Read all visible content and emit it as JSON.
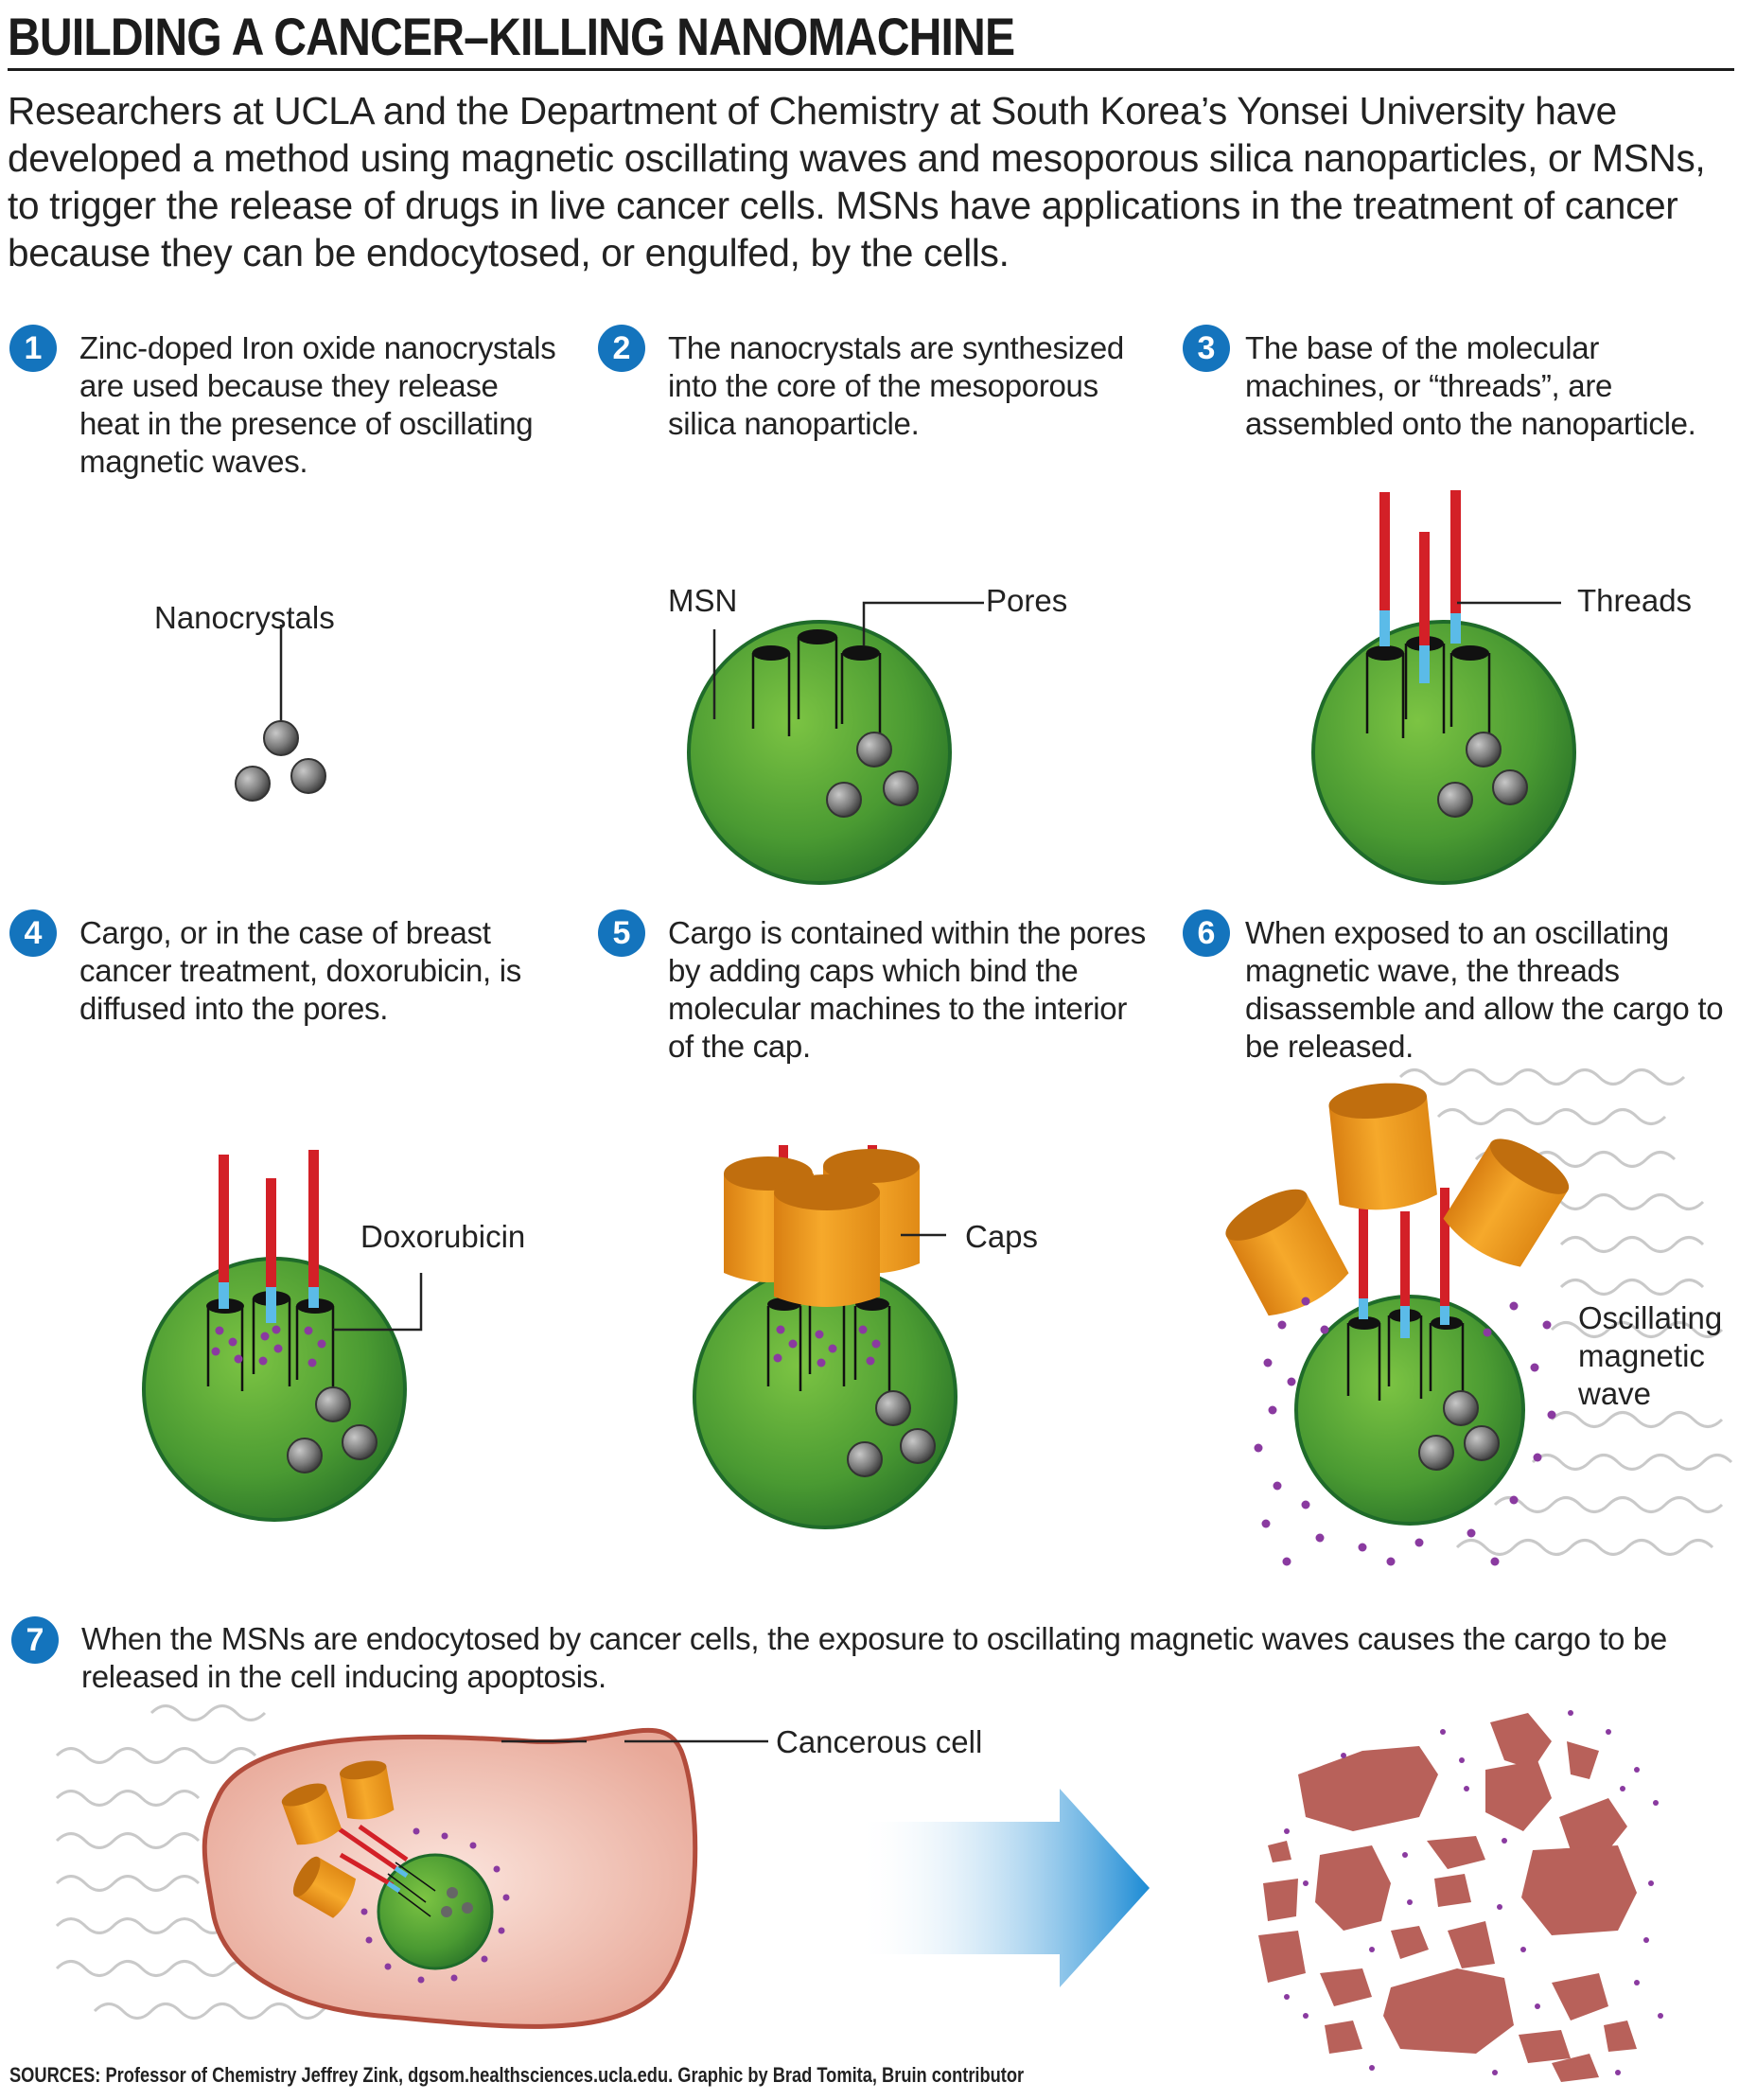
{
  "title": "BUILDING A CANCER–KILLING NANOMACHINE",
  "intro": "Researchers at UCLA and the Department of Chemistry at South Korea’s Yonsei University have developed a method using magnetic oscillating waves and mesoporous silica nanoparticles, or MSNs, to trigger the release of drugs in live cancer cells. MSNs have applications in the treatment of cancer because they can be endocytosed, or engulfed, by the cells.",
  "steps": [
    {
      "number": "1",
      "text": "Zinc-doped Iron oxide nanocrystals are used because they release heat in the presence of oscillating magnetic waves."
    },
    {
      "number": "2",
      "text": "The nanocrystals are synthesized into the core of the mesoporous silica nanoparticle."
    },
    {
      "number": "3",
      "text": "The base of the molecular machines, or “threads”,  are assembled onto the nanoparticle."
    },
    {
      "number": "4",
      "text": "Cargo, or in the case of breast cancer treatment, doxorubicin, is diffused into the pores."
    },
    {
      "number": "5",
      "text": "Cargo is contained within the pores by adding caps which bind the molecular machines to the interior of the cap."
    },
    {
      "number": "6",
      "text": "When exposed to an oscillating magnetic wave, the threads disassemble and allow the cargo to be released."
    },
    {
      "number": "7",
      "text": "When the MSNs are endocytosed by cancer cells, the exposure to oscillating magnetic waves causes the cargo to be released in the cell inducing apoptosis."
    }
  ],
  "labels": {
    "nanocrystals": "Nanocrystals",
    "msn": "MSN",
    "pores": "Pores",
    "threads": "Threads",
    "doxorubicin": "Doxorubicin",
    "caps": "Caps",
    "wave_line1": "Oscillating",
    "wave_line2": "magnetic",
    "wave_line3": "wave",
    "cancerous_cell": "Cancerous cell"
  },
  "sources": "SOURCES:  Professor of Chemistry Jeffrey Zink,  dgsom.healthsciences.ucla.edu.  Graphic by Brad Tomita, Bruin contributor",
  "colors": {
    "badge": "#1474bd",
    "sphere": "#4e9e34",
    "sphere_outline": "#1f6b2a",
    "thread_red": "#d32027",
    "thread_blue": "#5bbbe8",
    "cap_orange": "#f39c1f",
    "cargo_purple": "#8a3aa0",
    "cell_fill": "#f0c4b8",
    "cell_outline": "#b24c3c",
    "fragment": "#b8615a",
    "arrow_blue": "#1a8ad4"
  }
}
